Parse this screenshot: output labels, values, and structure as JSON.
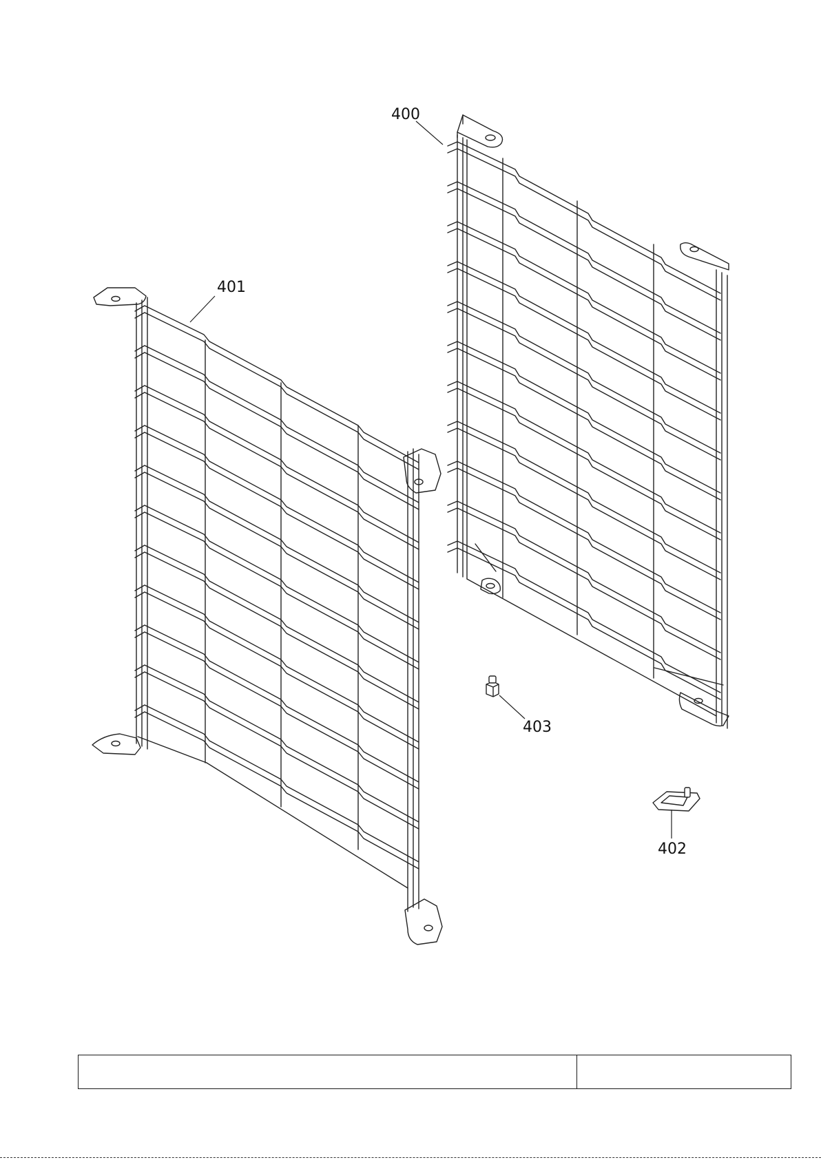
{
  "callouts": {
    "part_400": "400",
    "part_401": "401",
    "part_402": "402",
    "part_403": "403"
  },
  "title_block": {
    "left_cell": "",
    "right_cell": ""
  }
}
